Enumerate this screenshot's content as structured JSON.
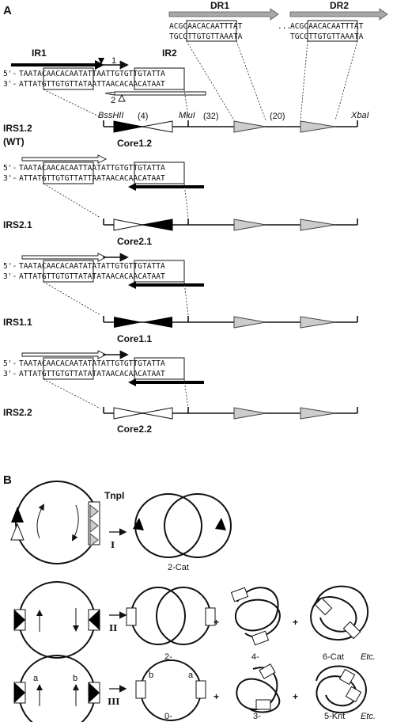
{
  "panel_a": {
    "label": "A",
    "dr1_label": "DR1",
    "dr2_label": "DR2",
    "dr_top": "ACGCAACACAATTTAT",
    "dr_bot": "TGCGTTGTGTTAAATA",
    "dr_ellipsis": "...",
    "dr2_top": "ACGCAACACAATTTAT",
    "dr2_bot": "TGCGTTGTGTTAAATA",
    "ir1_label": "IR1",
    "ir2_label": "IR2",
    "cut1_label": "1",
    "cut2_label": "2",
    "prime5": "5'-",
    "prime3": "3'-",
    "wt_top": "TAATACAACACAATATTAATTGTGTTGTATTA",
    "wt_bot": "ATTATGTTGTGTTATAATTAACACAACATAAT",
    "bsshii": "BssHII",
    "mlui": "MluI",
    "xbai": "XbaI",
    "gap4": "(4)",
    "gap32": "(32)",
    "gap20": "(20)",
    "irs12_name": "IRS1.2",
    "irs12_sub": "(WT)",
    "core12": "Core1.2",
    "irs21_top": "TAATACAACACAATTAATATTGTGTTGTATTA",
    "irs21_bot": "ATTATGTTGTGTTATTAATAACACAACATAAT",
    "irs21_name": "IRS2.1",
    "core21": "Core2.1",
    "irs11_top": "TAATACAACACAATATATATTGTGTTGTATTA",
    "irs11_bot": "ATTATGTTGTGTTATATATAACACAACATAAT",
    "irs11_name": "IRS1.1",
    "core11": "Core1.1",
    "irs22_top": "TAATACAACACAATATATATTGTGTTGTATTA",
    "irs22_bot": "ATTATGTTGTGTTATATATAACACAACATAAT",
    "irs22_name": "IRS2.2",
    "core22": "Core2.2"
  },
  "panel_b": {
    "label": "B",
    "tnpi": "TnpI",
    "row1_roman": "I",
    "row1_product": "2-Cat",
    "row2_roman": "II",
    "row2_products": [
      "2-",
      "4-",
      "6-Cat"
    ],
    "row3_roman": "III",
    "row3_products": [
      "0-",
      "3-",
      "5-Knt"
    ],
    "plus": "+",
    "etc": "Etc.",
    "site_a": "a",
    "site_b": "b"
  },
  "colors": {
    "dr_arrow": "#a8a8a8",
    "dr_triangle": "#cccccc",
    "black_core": "#000000",
    "white_core": "#ffffff"
  }
}
